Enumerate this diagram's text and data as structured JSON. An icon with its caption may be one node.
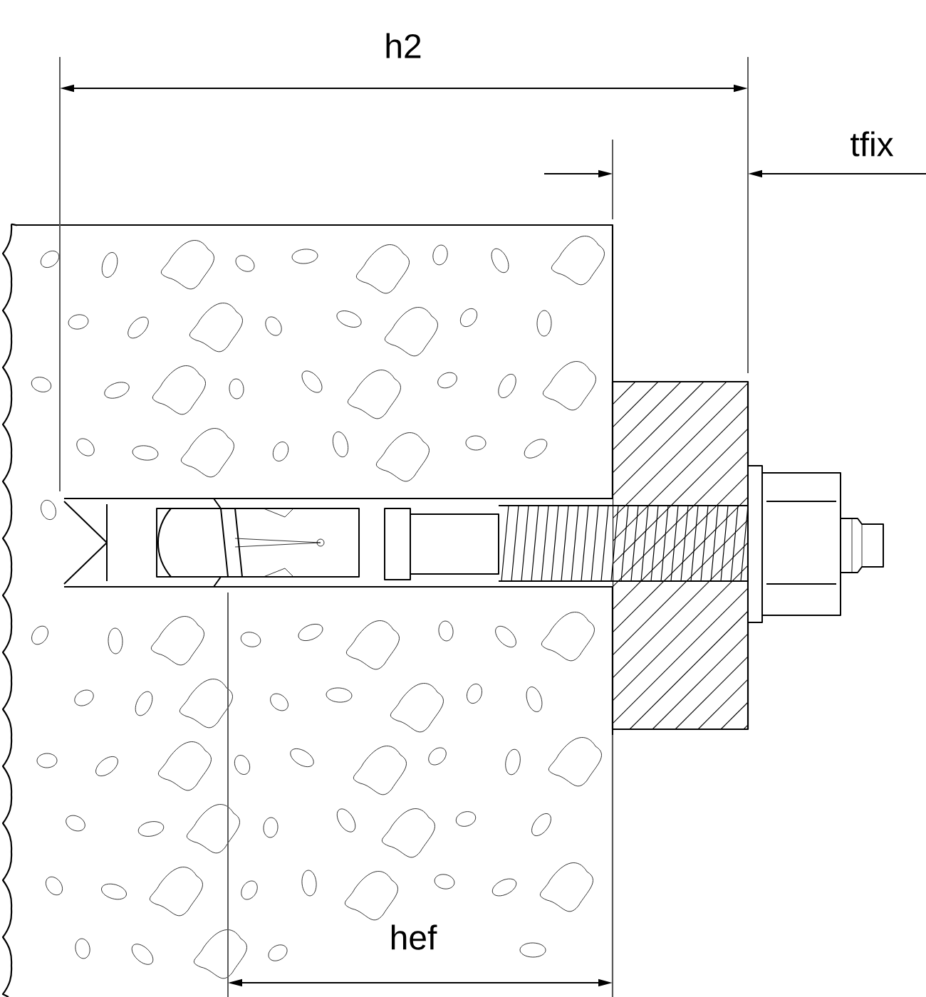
{
  "diagram": {
    "labels": [
      "h2",
      "tfix",
      "hef"
    ]
  }
}
